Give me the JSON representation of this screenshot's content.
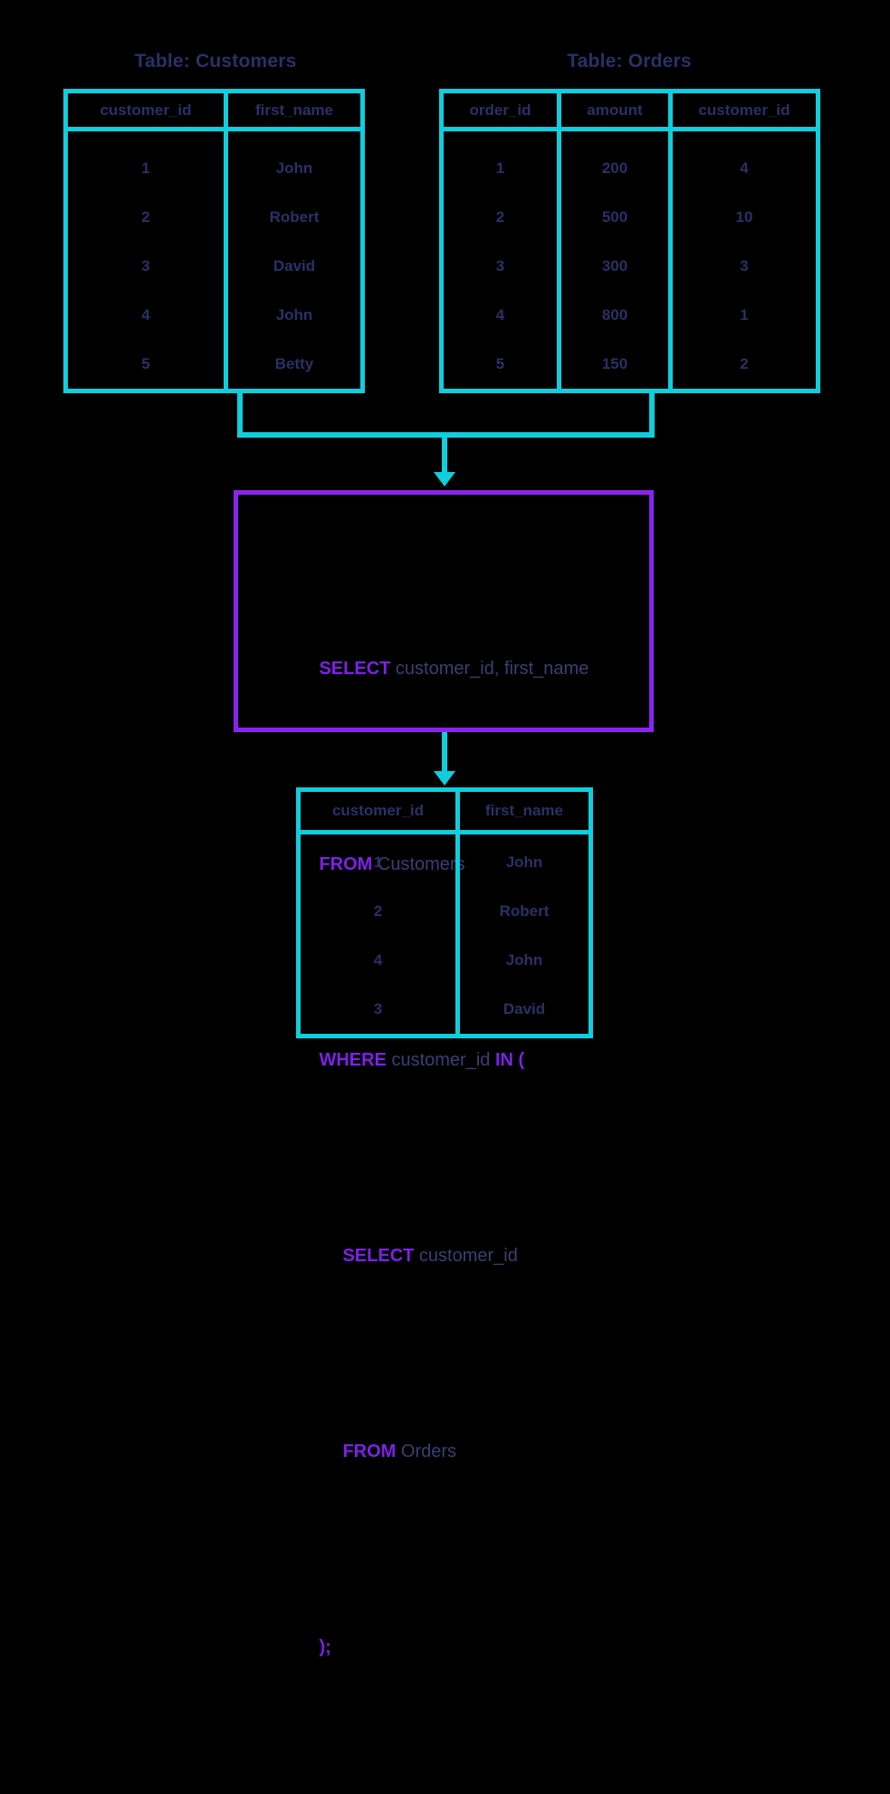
{
  "colors": {
    "background": "#000000",
    "table_border": "#0fcedd",
    "text": "#2b3066",
    "query_border": "#8d22f0",
    "sql_keyword": "#7d21e8",
    "sql_identifier": "#3b3f73",
    "arrow": "#0fcedd"
  },
  "tables": {
    "customers": {
      "title": "Table: Customers",
      "columns": [
        "customer_id",
        "first_name"
      ],
      "rows": [
        [
          "1",
          "John"
        ],
        [
          "2",
          "Robert"
        ],
        [
          "3",
          "David"
        ],
        [
          "4",
          "John"
        ],
        [
          "5",
          "Betty"
        ]
      ]
    },
    "orders": {
      "title": "Table: Orders",
      "columns": [
        "order_id",
        "amount",
        "customer_id"
      ],
      "rows": [
        [
          "1",
          "200",
          "4"
        ],
        [
          "2",
          "500",
          "10"
        ],
        [
          "3",
          "300",
          "3"
        ],
        [
          "4",
          "800",
          "1"
        ],
        [
          "5",
          "150",
          "2"
        ]
      ]
    },
    "result": {
      "title": "",
      "columns": [
        "customer_id",
        "first_name"
      ],
      "rows": [
        [
          "1",
          "John"
        ],
        [
          "2",
          "Robert"
        ],
        [
          "4",
          "John"
        ],
        [
          "3",
          "David"
        ]
      ]
    }
  },
  "query": {
    "lines": [
      {
        "indent": 0,
        "parts": [
          {
            "text": "SELECT ",
            "type": "keyword"
          },
          {
            "text": "customer_id, first_name",
            "type": "identifier"
          }
        ]
      },
      {
        "indent": 0,
        "parts": [
          {
            "text": "FROM ",
            "type": "keyword"
          },
          {
            "text": "Customers",
            "type": "identifier"
          }
        ]
      },
      {
        "indent": 0,
        "parts": [
          {
            "text": "WHERE ",
            "type": "keyword"
          },
          {
            "text": "customer_id ",
            "type": "identifier"
          },
          {
            "text": "IN (",
            "type": "keyword"
          }
        ]
      },
      {
        "indent": 1,
        "parts": [
          {
            "text": "SELECT ",
            "type": "keyword"
          },
          {
            "text": "customer_id",
            "type": "identifier"
          }
        ]
      },
      {
        "indent": 1,
        "parts": [
          {
            "text": "FROM ",
            "type": "keyword"
          },
          {
            "text": "Orders",
            "type": "identifier"
          }
        ]
      },
      {
        "indent": 0,
        "parts": [
          {
            "text": ");",
            "type": "keyword"
          }
        ]
      }
    ],
    "plain_text": "SELECT customer_id, first_name\nFROM Customers\nWHERE customer_id IN (\n   SELECT customer_id\n   FROM Orders\n);"
  },
  "connectors": {
    "tables_to_query": "arrow-down",
    "query_to_result": "arrow-down"
  }
}
